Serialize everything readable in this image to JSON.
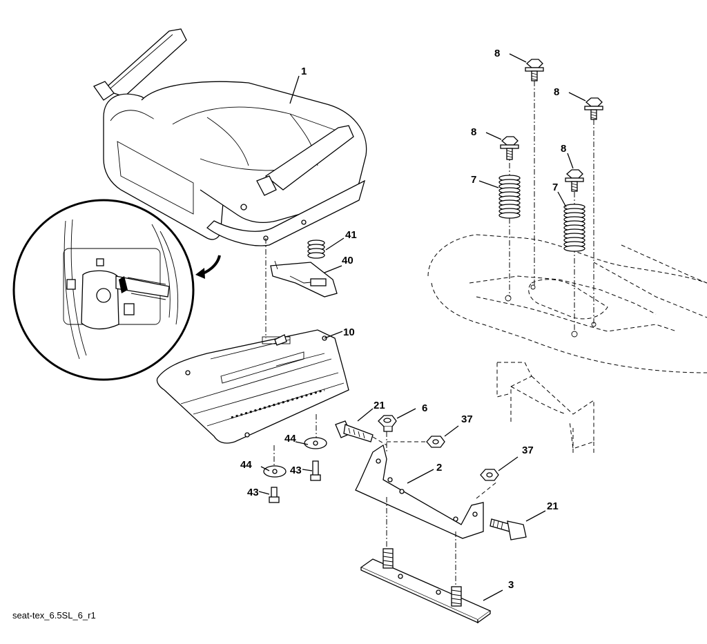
{
  "diagram": {
    "caption": "seat-tex_6.5SL_6_r1",
    "callouts": [
      {
        "id": "c1",
        "text": "1"
      },
      {
        "id": "c41",
        "text": "41"
      },
      {
        "id": "c40",
        "text": "40"
      },
      {
        "id": "c10",
        "text": "10"
      },
      {
        "id": "c8a",
        "text": "8"
      },
      {
        "id": "c8b",
        "text": "8"
      },
      {
        "id": "c8c",
        "text": "8"
      },
      {
        "id": "c8d",
        "text": "8"
      },
      {
        "id": "c7a",
        "text": "7"
      },
      {
        "id": "c7b",
        "text": "7"
      },
      {
        "id": "c21a",
        "text": "21"
      },
      {
        "id": "c6",
        "text": "6"
      },
      {
        "id": "c37a",
        "text": "37"
      },
      {
        "id": "c37b",
        "text": "37"
      },
      {
        "id": "c2",
        "text": "2"
      },
      {
        "id": "c21b",
        "text": "21"
      },
      {
        "id": "c3",
        "text": "3"
      },
      {
        "id": "c44a",
        "text": "44"
      },
      {
        "id": "c44b",
        "text": "44"
      },
      {
        "id": "c43a",
        "text": "43"
      },
      {
        "id": "c43b",
        "text": "43"
      }
    ]
  }
}
